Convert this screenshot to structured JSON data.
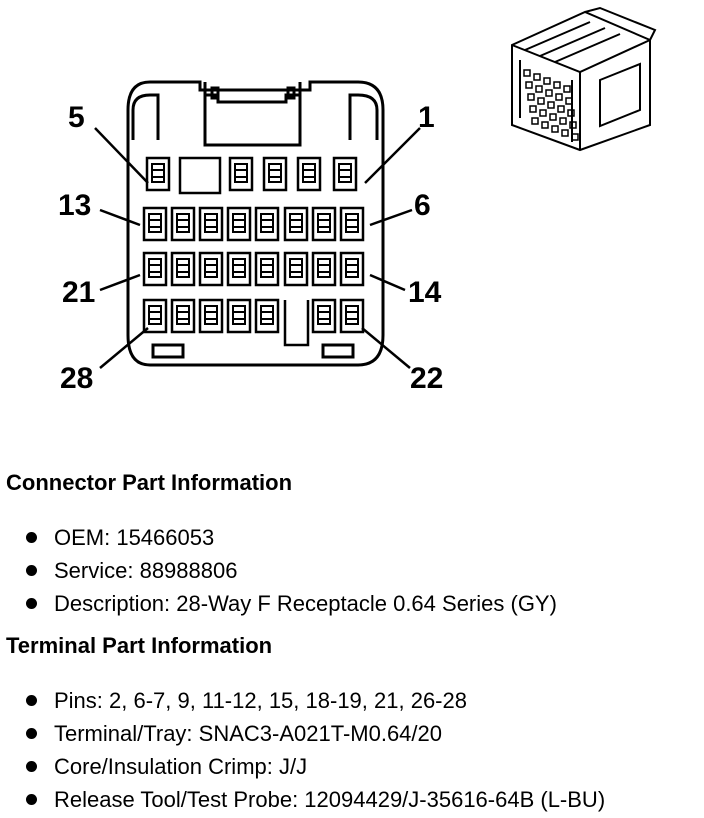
{
  "pin_labels": {
    "p5": "5",
    "p1": "1",
    "p13": "13",
    "p6": "6",
    "p21": "21",
    "p14": "14",
    "p28": "28",
    "p22": "22"
  },
  "connector_info": {
    "title": "Connector Part Information",
    "items": [
      "OEM: 15466053",
      "Service: 88988806",
      "Description: 28-Way F Receptacle 0.64 Series (GY)"
    ]
  },
  "terminal_info": {
    "title": "Terminal Part Information",
    "items": [
      "Pins: 2, 6-7, 9, 11-12, 15, 18-19, 21, 26-28",
      "Terminal/Tray: SNAC3-A021T-M0.64/20",
      "Core/Insulation Crimp: J/J",
      "Release Tool/Test Probe: 12094429/J-35616-64B (L-BU)"
    ]
  }
}
